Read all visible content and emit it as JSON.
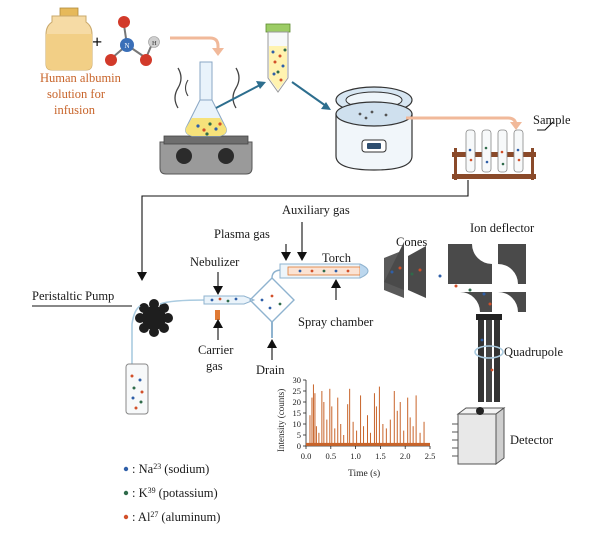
{
  "labels": {
    "albumin": [
      "Human albumin",
      "solution for",
      "infusion"
    ],
    "plus": "+",
    "h_atom": "H",
    "n_atom": "N",
    "sample": "Sample",
    "peristaltic_pump": "Peristaltic Pump",
    "nebulizer": "Nebulizer",
    "carrier_gas": [
      "Carrier",
      "gas"
    ],
    "drain": "Drain",
    "plasma_gas": "Plasma gas",
    "auxiliary_gas": "Auxiliary gas",
    "torch": "Torch",
    "spray_chamber": "Spray chamber",
    "cones": "Cones",
    "ion_deflector": "Ion deflector",
    "quadrupole": "Quadrupole",
    "detector": "Detector"
  },
  "legend": [
    {
      "element": "Na",
      "mass": "23",
      "name": "(sodium)",
      "color": "#2f5fa8"
    },
    {
      "element": "K",
      "mass": "39",
      "name": "(potassium)",
      "color": "#2f6b4a"
    },
    {
      "element": "Al",
      "mass": "27",
      "name": "(aluminum)",
      "color": "#d2502a"
    }
  ],
  "legend_prefix": ": ",
  "colors": {
    "accent_orange": "#c8642a",
    "arrow_blue": "#2d6e8e",
    "spike": "#c8642a"
  },
  "chart_data": {
    "type": "line",
    "xlabel": "Time (s)",
    "ylabel": "Intensity (counts)",
    "xlim": [
      0.0,
      2.5
    ],
    "ylim": [
      0,
      30
    ],
    "xticks": [
      "0.0",
      "0.5",
      "1.0",
      "1.5",
      "2.0",
      "2.5"
    ],
    "yticks": [
      "0",
      "5",
      "10",
      "15",
      "20",
      "25",
      "30"
    ],
    "baseline": 0.5,
    "spikes": [
      {
        "x": 0.08,
        "y": 14
      },
      {
        "x": 0.12,
        "y": 22
      },
      {
        "x": 0.15,
        "y": 28
      },
      {
        "x": 0.18,
        "y": 24
      },
      {
        "x": 0.21,
        "y": 9
      },
      {
        "x": 0.26,
        "y": 6
      },
      {
        "x": 0.32,
        "y": 25
      },
      {
        "x": 0.36,
        "y": 20
      },
      {
        "x": 0.42,
        "y": 12
      },
      {
        "x": 0.48,
        "y": 26
      },
      {
        "x": 0.52,
        "y": 18
      },
      {
        "x": 0.58,
        "y": 8
      },
      {
        "x": 0.64,
        "y": 22
      },
      {
        "x": 0.7,
        "y": 10
      },
      {
        "x": 0.76,
        "y": 5
      },
      {
        "x": 0.84,
        "y": 19
      },
      {
        "x": 0.88,
        "y": 26
      },
      {
        "x": 0.95,
        "y": 11
      },
      {
        "x": 1.02,
        "y": 7
      },
      {
        "x": 1.1,
        "y": 23
      },
      {
        "x": 1.16,
        "y": 9
      },
      {
        "x": 1.24,
        "y": 14
      },
      {
        "x": 1.3,
        "y": 6
      },
      {
        "x": 1.38,
        "y": 24
      },
      {
        "x": 1.42,
        "y": 18
      },
      {
        "x": 1.48,
        "y": 27
      },
      {
        "x": 1.55,
        "y": 10
      },
      {
        "x": 1.62,
        "y": 8
      },
      {
        "x": 1.7,
        "y": 12
      },
      {
        "x": 1.78,
        "y": 25
      },
      {
        "x": 1.84,
        "y": 16
      },
      {
        "x": 1.9,
        "y": 20
      },
      {
        "x": 1.97,
        "y": 7
      },
      {
        "x": 2.05,
        "y": 22
      },
      {
        "x": 2.1,
        "y": 13
      },
      {
        "x": 2.16,
        "y": 9
      },
      {
        "x": 2.22,
        "y": 23
      },
      {
        "x": 2.3,
        "y": 6
      },
      {
        "x": 2.38,
        "y": 11
      }
    ]
  }
}
